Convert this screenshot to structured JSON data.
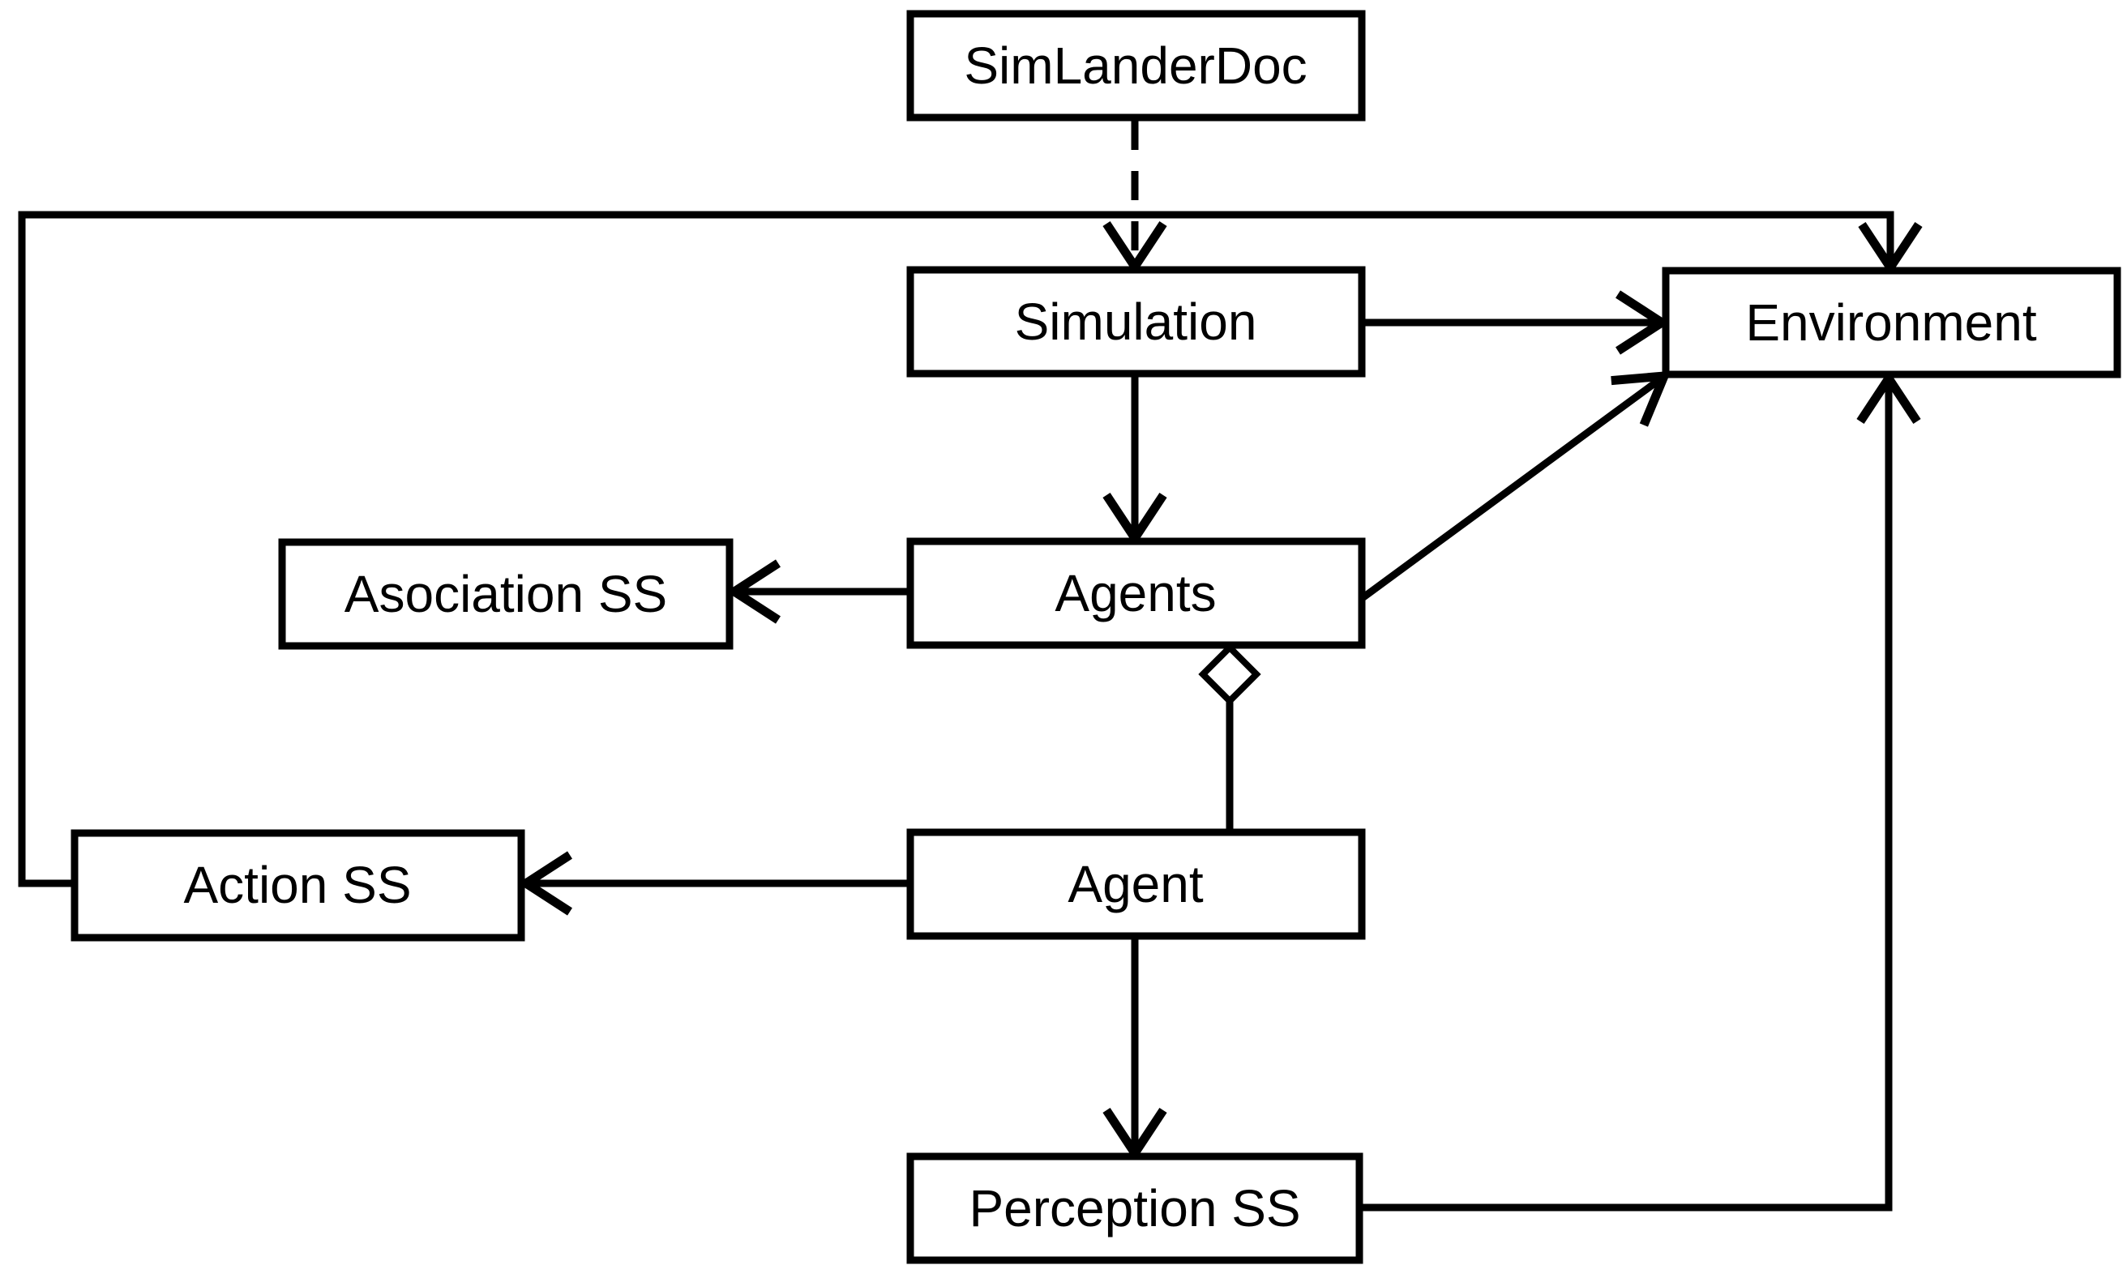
{
  "diagram": {
    "colors": {
      "ink": "#000000",
      "paper": "#ffffff"
    },
    "nodes": [
      {
        "id": "simlanderdoc",
        "label": "SimLanderDoc"
      },
      {
        "id": "simulation",
        "label": "Simulation"
      },
      {
        "id": "environment",
        "label": "Environment"
      },
      {
        "id": "asociation_ss",
        "label": "Asociation SS"
      },
      {
        "id": "agents",
        "label": "Agents"
      },
      {
        "id": "action_ss",
        "label": "Action SS"
      },
      {
        "id": "agent",
        "label": "Agent"
      },
      {
        "id": "perception_ss",
        "label": "Perception SS"
      }
    ],
    "edges": [
      {
        "from": "SimLanderDoc",
        "to": "Simulation",
        "style": "dashed",
        "kind": "dependency-arrow"
      },
      {
        "from": "Simulation",
        "to": "Environment",
        "style": "solid",
        "kind": "arrow"
      },
      {
        "from": "Simulation",
        "to": "Agents",
        "style": "solid",
        "kind": "arrow"
      },
      {
        "from": "Agents",
        "to": "Asociation SS",
        "style": "solid",
        "kind": "arrow"
      },
      {
        "from": "Agents",
        "to": "Environment",
        "style": "solid",
        "kind": "arrow",
        "route": "diagonal"
      },
      {
        "from": "Agents",
        "to": "Agent",
        "style": "solid",
        "kind": "aggregation",
        "diamond_at": "Agents"
      },
      {
        "from": "Agent",
        "to": "Action SS",
        "style": "solid",
        "kind": "arrow"
      },
      {
        "from": "Agent",
        "to": "Perception SS",
        "style": "solid",
        "kind": "arrow"
      },
      {
        "from": "Action SS",
        "to": "Environment",
        "style": "solid",
        "kind": "arrow",
        "route": "left-up-across-top"
      },
      {
        "from": "Perception SS",
        "to": "Environment",
        "style": "solid",
        "kind": "arrow",
        "route": "right-up"
      }
    ]
  }
}
